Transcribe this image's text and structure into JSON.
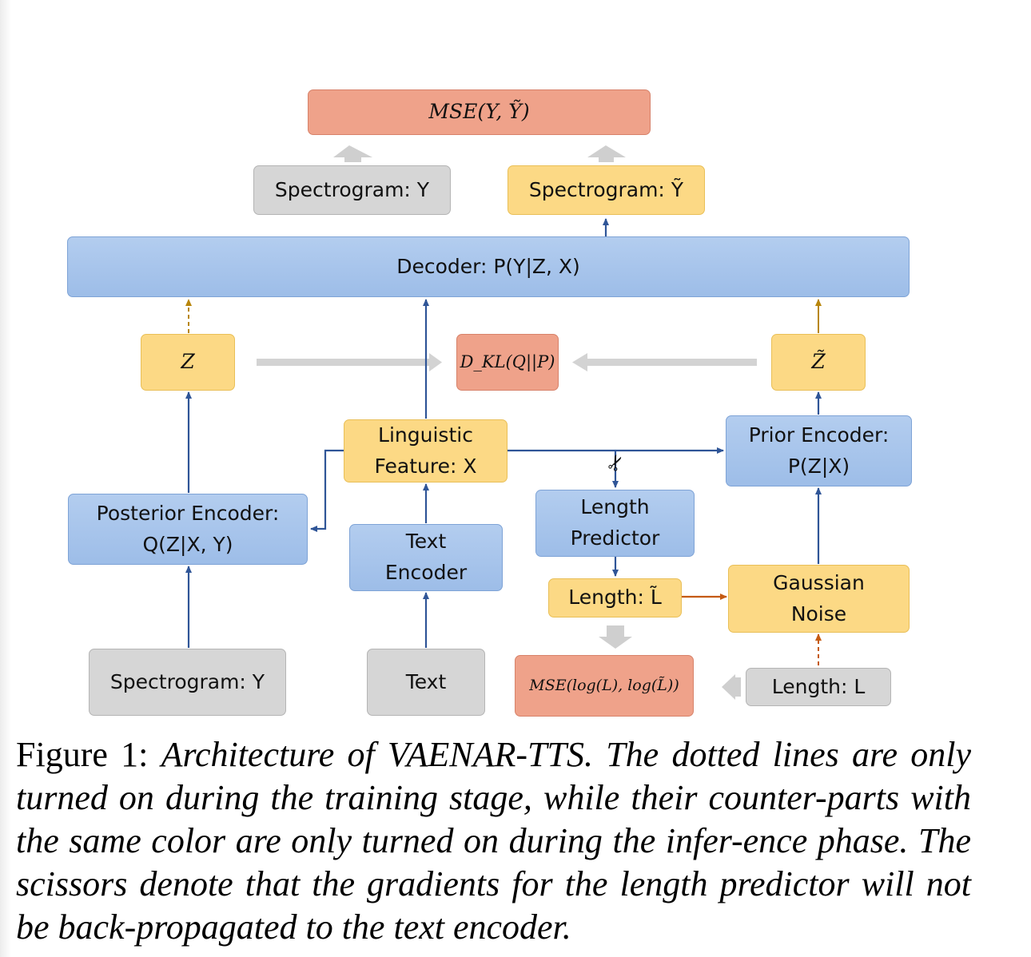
{
  "boxes": {
    "mse_spec": "MSE(Y, Ỹ)",
    "spec_y_top": "Spectrogram: Y",
    "spec_ytilde": "Spectrogram: Ỹ",
    "decoder": "Decoder: P(Y|Z, X)",
    "z": "Z",
    "dkl": "D_KL(Q||P)",
    "ztilde": "Z̃",
    "linguistic": "Linguistic\nFeature: X",
    "prior": "Prior Encoder:\nP(Z|X)",
    "posterior": "Posterior Encoder:\nQ(Z|X, Y)",
    "text_encoder": "Text\nEncoder",
    "length_predictor": "Length\nPredictor",
    "length_tilde": "Length: L̃",
    "gaussian": "Gaussian\nNoise",
    "spec_y_bottom": "Spectrogram: Y",
    "text": "Text",
    "mse_len": "MSE(log(L), log(L̃))",
    "length_l": "Length: L"
  },
  "caption": {
    "label": "Figure 1:",
    "text": "Architecture of VAENAR-TTS. The dotted lines are only turned on during the training stage, while their counter-parts with the same color are only turned on during the infer-ence phase. The scissors denote that the gradients for the length predictor will not be back-propagated to the text encoder."
  },
  "colors": {
    "blue_box": "#a8c6ec",
    "yellow_box": "#fcd985",
    "gray_box": "#d6d6d6",
    "red_box": "#efa28a",
    "arrow_blue": "#2f5597",
    "arrow_gold": "#b8860b",
    "arrow_orange": "#c55a11",
    "arrow_gray": "#d0d0d0"
  },
  "icons": [
    "scissors-icon"
  ]
}
